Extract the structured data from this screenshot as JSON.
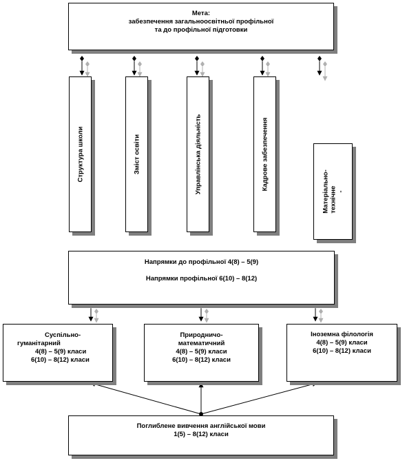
{
  "goal": {
    "line1": "Мета:",
    "line2": "забезпечення загальноосвітньої профільної",
    "line3": "та до профільної підготовки"
  },
  "pillars": [
    {
      "label": "Структура школи"
    },
    {
      "label": "Зміст освіти"
    },
    {
      "label": "Управлінська діяльність"
    },
    {
      "label": "Кадрове забезпечення"
    },
    {
      "label_line1": "Матеріально-",
      "label_line2": "технічне",
      "label_line3": "-"
    }
  ],
  "directions": {
    "line1": "Напрямки до профільної 4(8) – 5(9)",
    "line2": "Напрямки  профільної 6(10) – 8(12)"
  },
  "profiles": [
    {
      "line1": "Суспільно-",
      "line2": "гуманітарний",
      "line3": "4(8) – 5(9) класи",
      "line4": "6(10) – 8(12) класи"
    },
    {
      "line1": "Природничо-",
      "line2": "математичний",
      "line3": "4(8) – 5(9) класи",
      "line4": "6(10) – 8(12) класи"
    },
    {
      "line1": "Іноземна філологія",
      "line2": "4(8) – 5(9) класи",
      "line3": "6(10) – 8(12) класи"
    }
  ],
  "english": {
    "line1": "Поглиблене вивчення  англійської мови",
    "line2": "1(5) – 8(12) класи"
  }
}
